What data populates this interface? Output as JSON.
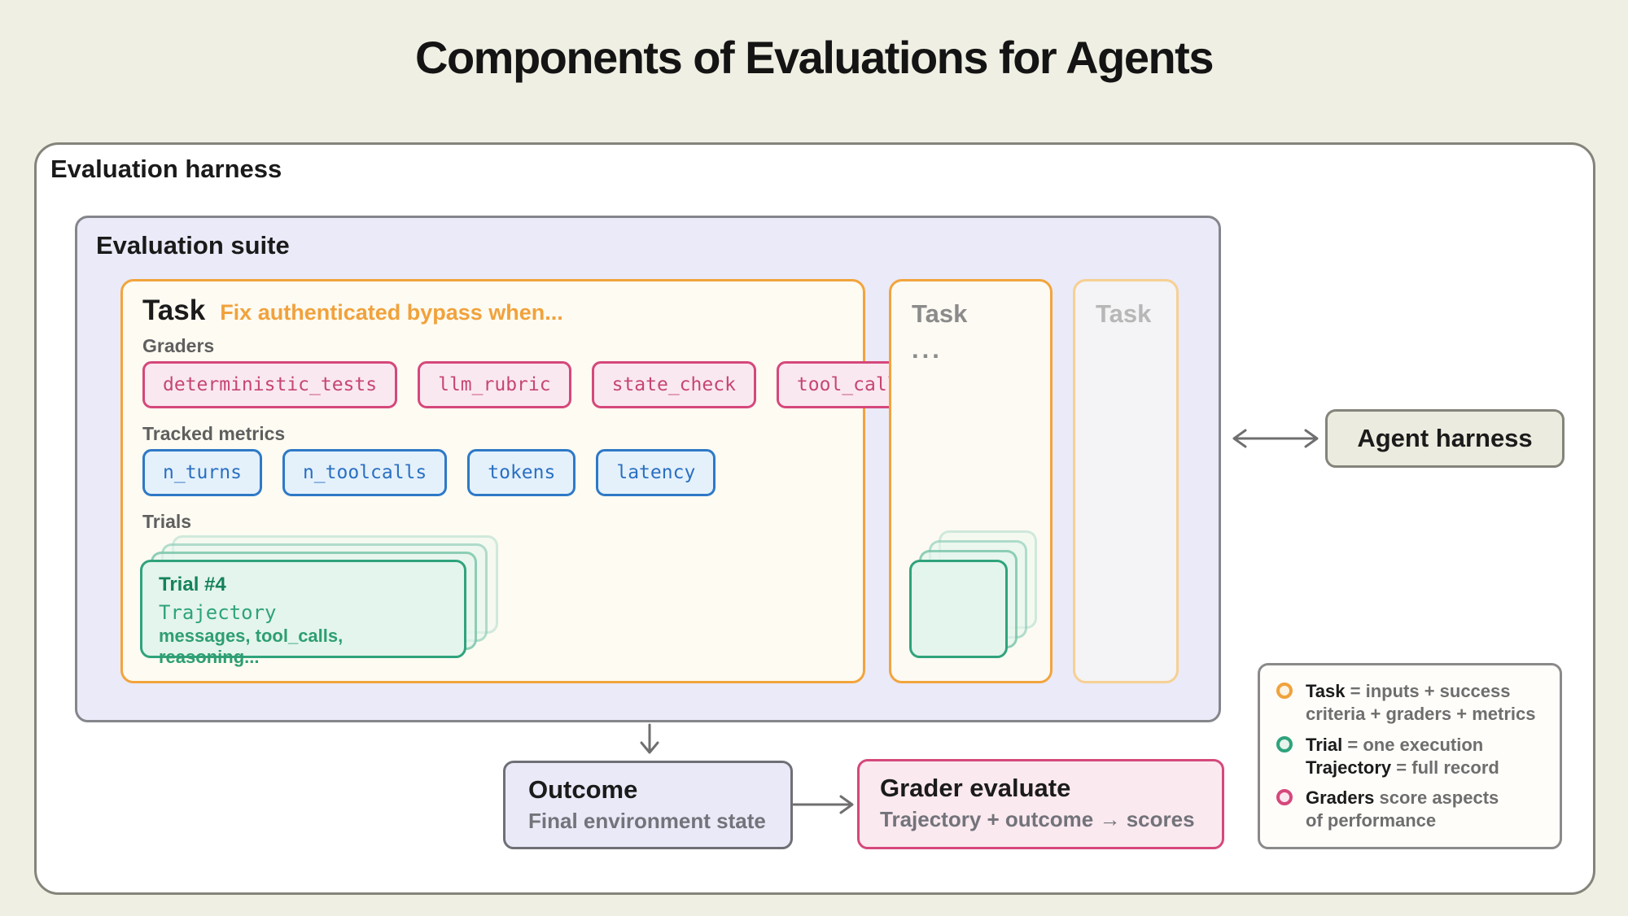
{
  "title": "Components of Evaluations for Agents",
  "harness": {
    "label": "Evaluation harness"
  },
  "suite": {
    "label": "Evaluation suite",
    "task1": {
      "label": "Task",
      "description": "Fix authenticated bypass when...",
      "graders_label": "Graders",
      "graders": [
        "deterministic_tests",
        "llm_rubric",
        "state_check",
        "tool_calls"
      ],
      "metrics_label": "Tracked metrics",
      "metrics": [
        "n_turns",
        "n_toolcalls",
        "tokens",
        "latency"
      ],
      "trials_label": "Trials",
      "trial": {
        "title": "Trial #4",
        "subtitle": "Trajectory",
        "detail": "messages, tool_calls, reasoning..."
      }
    },
    "task2": {
      "label": "Task",
      "ellipsis": "..."
    },
    "task3": {
      "label": "Task"
    }
  },
  "agent_harness": {
    "label": "Agent harness"
  },
  "outcome": {
    "title": "Outcome",
    "subtitle": "Final environment state"
  },
  "grader_evaluate": {
    "title": "Grader evaluate",
    "subtitle": "Trajectory + outcome → scores"
  },
  "legend": {
    "items": [
      {
        "icon": "task-ring",
        "bold1": "Task",
        "rest1": " = inputs + success",
        "bold2": "",
        "rest2": "criteria + graders + metrics"
      },
      {
        "icon": "trial-ring",
        "bold1": "Trial",
        "rest1": " = one execution",
        "bold2": "Trajectory",
        "rest2": " = full record"
      },
      {
        "icon": "graders-ring",
        "bold1": "Graders",
        "rest1": " score aspects",
        "bold2": "",
        "rest2": "of performance"
      }
    ]
  },
  "colors": {
    "page_bg": "#F0EFE3",
    "task_orange": "#F2A43D",
    "grader_pink": "#D5487B",
    "metric_blue": "#2E79C7",
    "trial_green": "#2FA37C",
    "suite_lavender": "#EAEAF8",
    "agent_beige": "#ECEBDF"
  }
}
